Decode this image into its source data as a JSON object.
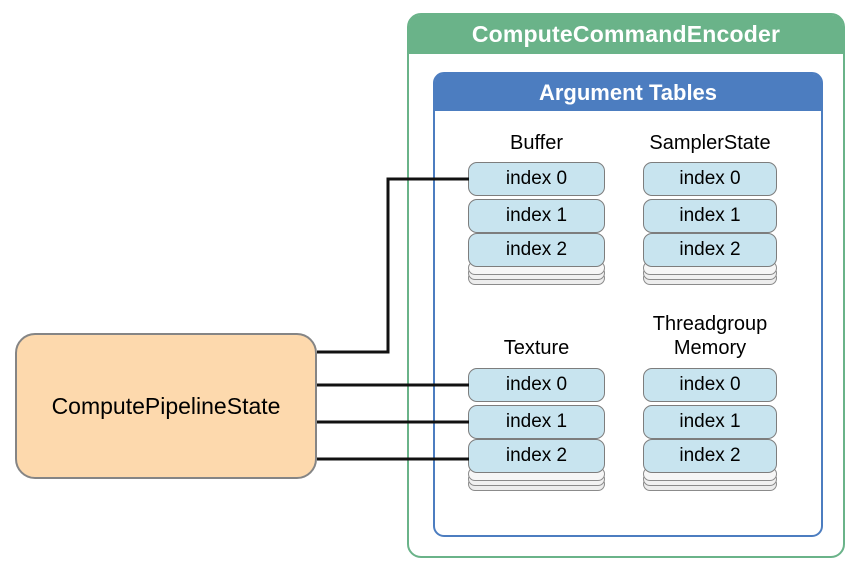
{
  "diagram": {
    "encoder_title": "ComputeCommandEncoder",
    "argument_tables_title": "Argument Tables",
    "pipeline_state_label": "ComputePipelineState",
    "columns": [
      {
        "id": "buffer",
        "label": "Buffer",
        "items": [
          "index 0",
          "index 1",
          "index 2"
        ]
      },
      {
        "id": "sampler-state",
        "label": "SamplerState",
        "items": [
          "index 0",
          "index 1",
          "index 2"
        ]
      },
      {
        "id": "texture",
        "label": "Texture",
        "items": [
          "index 0",
          "index 1",
          "index 2"
        ]
      },
      {
        "id": "threadgroup-memory",
        "label": "Threadgroup Memory",
        "label_line1": "Threadgroup",
        "label_line2": "Memory",
        "items": [
          "index 0",
          "index 1",
          "index 2"
        ]
      }
    ],
    "colors": {
      "green_header": "#6ab389",
      "blue_header": "#4c7dc0",
      "card_fill": "#c8e4ef",
      "card_border": "#7d7d7d",
      "pipeline_fill": "#fdd9ad",
      "pipeline_border": "#858585",
      "connector": "#111111"
    }
  }
}
